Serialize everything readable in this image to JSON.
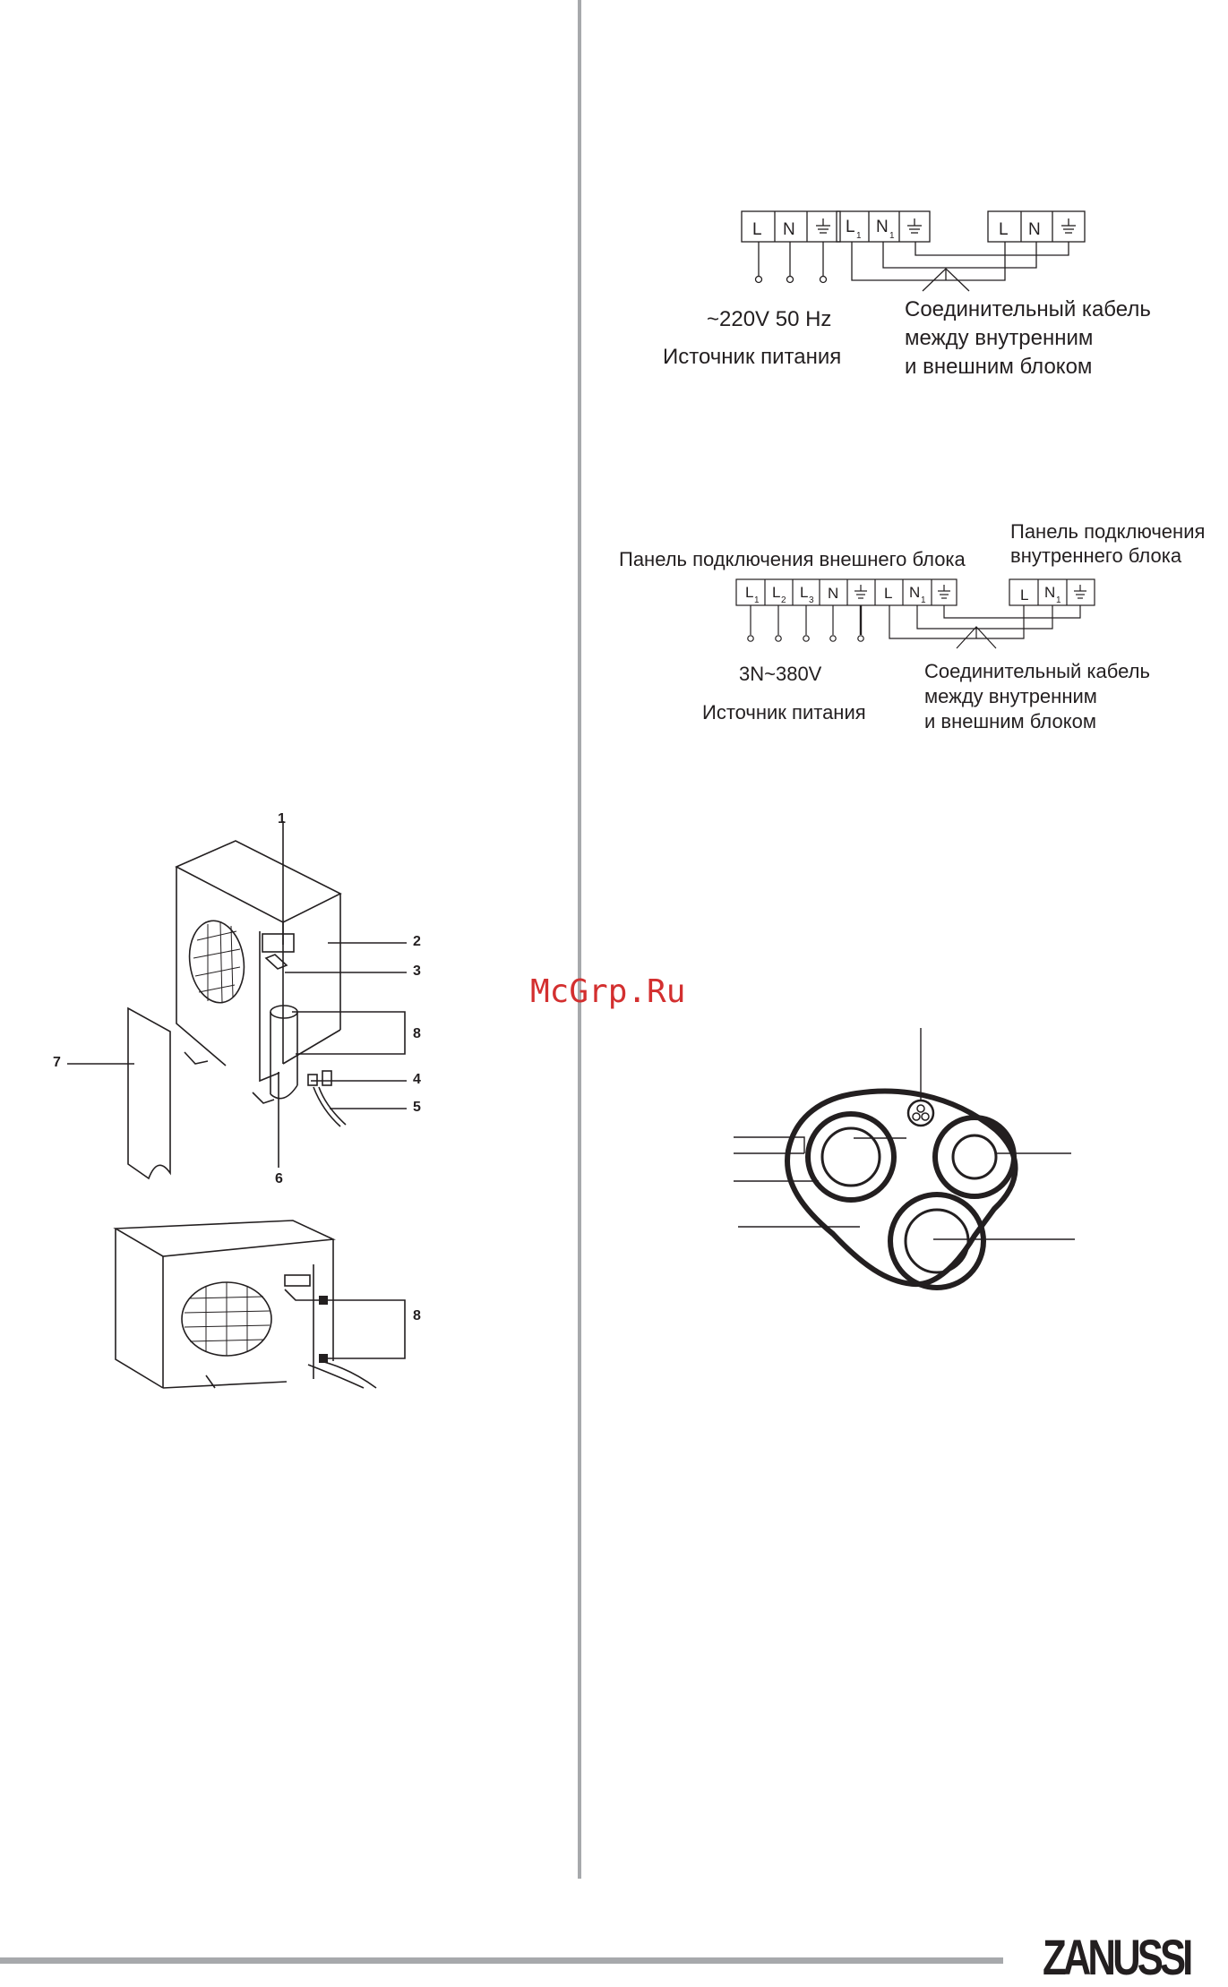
{
  "diagram1": {
    "supply_terminals": [
      "L",
      "N",
      "⏚"
    ],
    "indoor_side_terminals": [
      "L",
      "1",
      "N",
      "1",
      "⏚"
    ],
    "outdoor_terminals": [
      "L",
      "N",
      "⏚"
    ],
    "supply_voltage": "~220V 50 Hz",
    "supply_label": "Источник питания",
    "cable_label_line1": "Соединительный кабель",
    "cable_label_line2": "между внутренним",
    "cable_label_line3": "и внешним блоком"
  },
  "diagram2": {
    "outdoor_panel_label": "Панель подключения внешнего блока",
    "indoor_panel_label_line1": "Панель подключения",
    "indoor_panel_label_line2": "внутреннего блока",
    "supply_voltage": "3N~380V",
    "supply_label": "Источник питания",
    "cable_label_line1": "Соединительный кабель",
    "cable_label_line2": "между внутренним",
    "cable_label_line3": "и внешним блоком"
  },
  "figure_callouts": [
    "1",
    "2",
    "3",
    "8",
    "7",
    "4",
    "5",
    "6",
    "8"
  ],
  "watermark": "McGrp.Ru",
  "brand": "ZANUSSI"
}
